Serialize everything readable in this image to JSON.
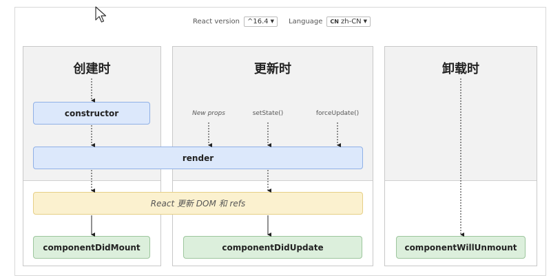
{
  "topbar": {
    "react_version_label": "React version",
    "react_version_value": "^16.4",
    "language_label": "Language",
    "language_code": "CN",
    "language_value": "zh-CN"
  },
  "columns": {
    "mount_title": "创建时",
    "update_title": "更新时",
    "unmount_title": "卸载时"
  },
  "triggers": {
    "new_props": "New props",
    "set_state": "setState()",
    "force_update": "forceUpdate()"
  },
  "boxes": {
    "constructor": "constructor",
    "render": "render",
    "react_update": "React 更新 DOM 和 refs",
    "did_mount": "componentDidMount",
    "did_update": "componentDidUpdate",
    "will_unmount": "componentWillUnmount"
  },
  "colors": {
    "blue_fill": "#dce8fb",
    "green_fill": "#dcefdc",
    "yellow_fill": "#fbf1cf",
    "phase_bg": "#f2f2f2"
  }
}
